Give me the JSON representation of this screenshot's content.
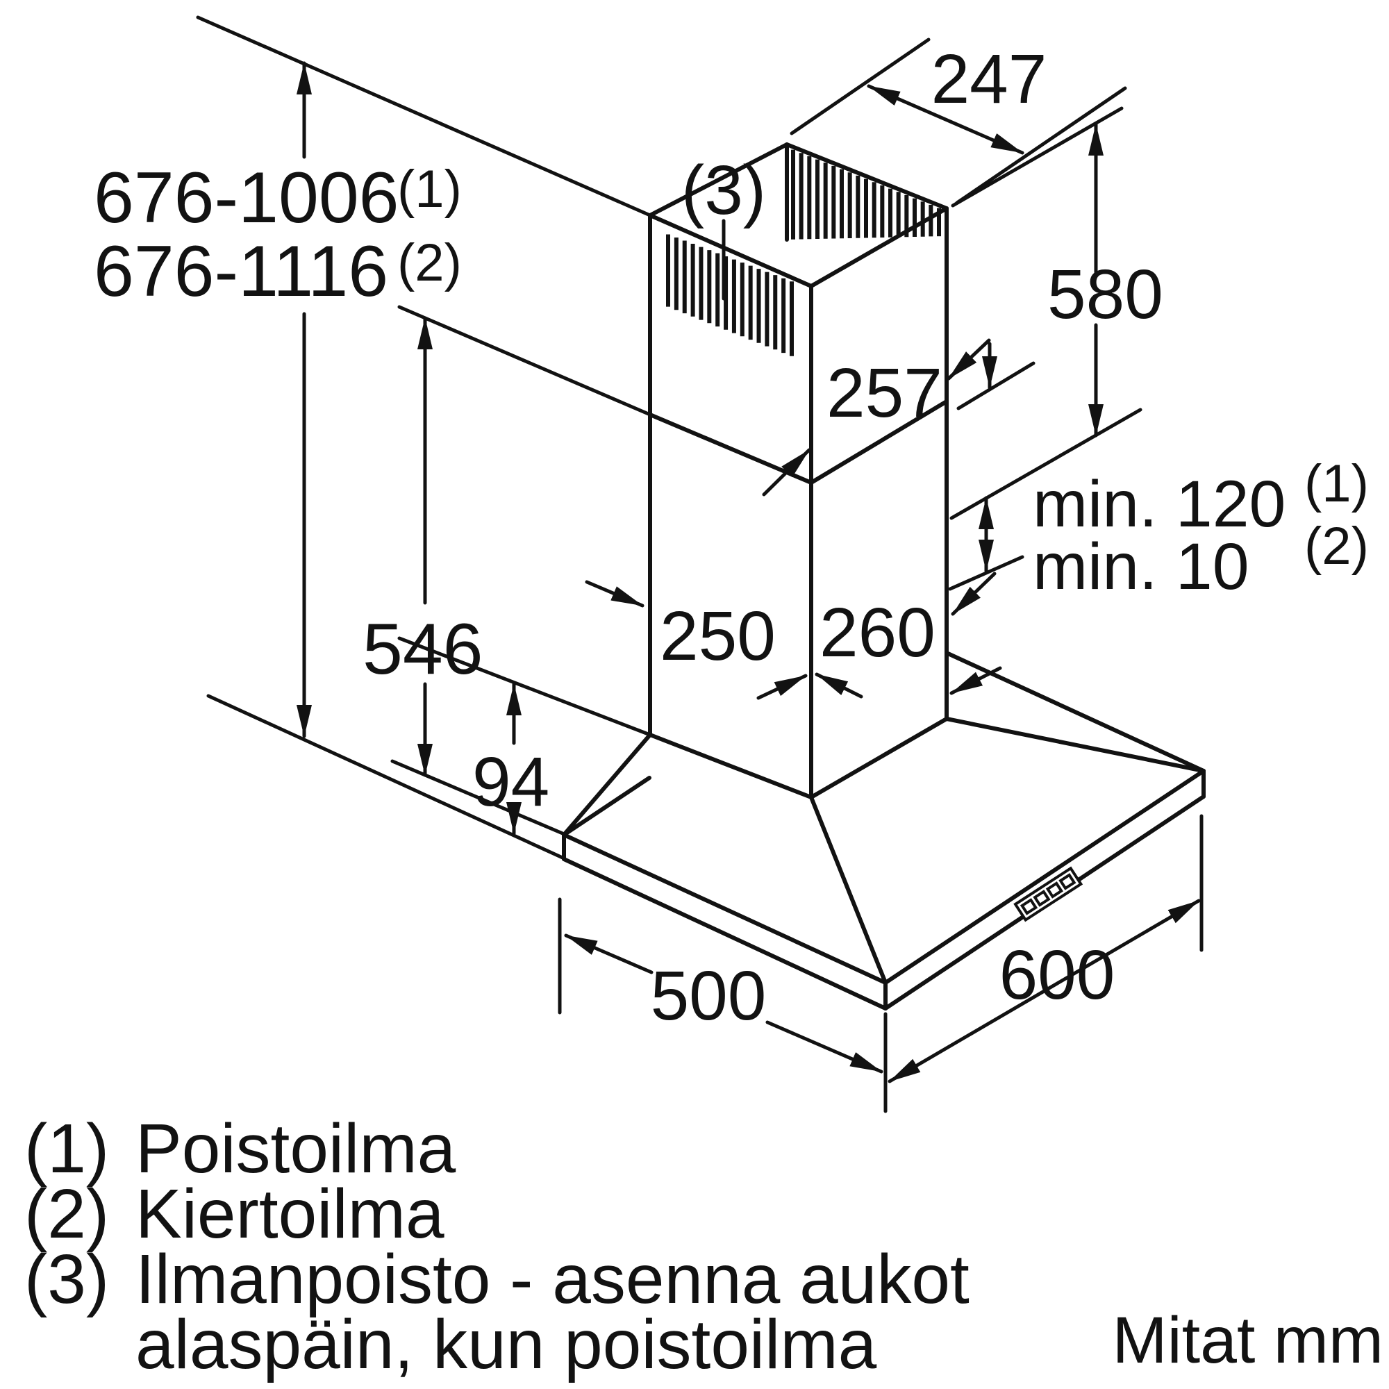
{
  "colors": {
    "ink": "#121212",
    "background": "#ffffff"
  },
  "dimensions": {
    "height_range_1": "676-1006",
    "height_range_1_ref": "(1)",
    "height_range_2": "676-1116",
    "height_range_2_ref": "(2)",
    "flue_top_depth": "247",
    "flue_upper_height": "580",
    "flue_upper_depth": "257",
    "clearance_1_label": "min. 120",
    "clearance_1_ref": "(1)",
    "clearance_2_label": "min. 10",
    "clearance_2_ref": "(2)",
    "flue_lower_height": "546",
    "flue_lower_width": "250",
    "flue_lower_depth": "260",
    "canopy_height": "94",
    "canopy_depth": "500",
    "canopy_width": "600",
    "vent_ref": "(3)"
  },
  "legend": {
    "items": [
      {
        "ref": "(1)",
        "label": "Poistoilma"
      },
      {
        "ref": "(2)",
        "label": "Kiertoilma"
      },
      {
        "ref": "(3)",
        "label": "Ilmanpoisto - asenna aukot",
        "label_line2": "alaspäin, kun poistoilma"
      }
    ],
    "units_note": "Mitat mm"
  }
}
